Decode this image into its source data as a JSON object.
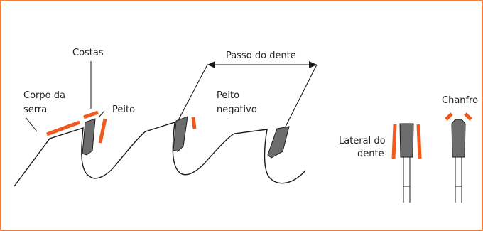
{
  "labels": {
    "costas": "Costas",
    "passo": "Passo do dente",
    "corpo_line1": "Corpo da",
    "corpo_line2": "serra",
    "peito": "Peito",
    "peito_neg_line1": "Peito",
    "peito_neg_line2": "negativo",
    "chanfro": "Chanfro",
    "lateral_line1": "Lateral do",
    "lateral_line2": "dente"
  },
  "colors": {
    "frame": "#f07d3a",
    "highlight": "#f05a1e",
    "tooth_tip": "#6d6d6d",
    "line": "#1a1a1a"
  }
}
